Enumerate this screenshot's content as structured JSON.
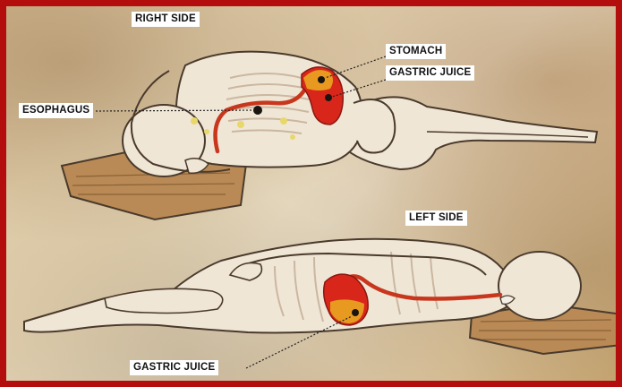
{
  "labels": {
    "right_side": "RIGHT SIDE",
    "stomach": "STOMACH",
    "gastric_juice_top": "GASTRIC JUICE",
    "esophagus": "ESOPHAGUS",
    "left_side": "LEFT SIDE",
    "gastric_juice_bottom": "GASTRIC JUICE"
  },
  "colors": {
    "frame": "#b40d0d",
    "stomach": "#d8261a",
    "gastric_juice": "#e79a1f",
    "esophagus": "#c8371d",
    "body_outline": "#4a3a2c",
    "body_fill": "#efe6d6",
    "pillow": "#b98a55"
  }
}
